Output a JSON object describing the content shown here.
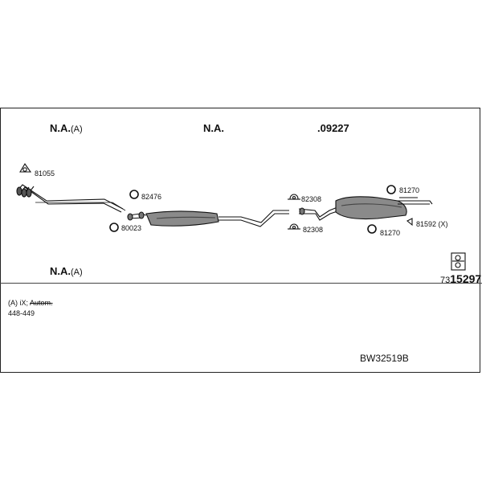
{
  "header": {
    "col1": "N.A.",
    "col1_suffix": "(A)",
    "col2": "N.A.",
    "col3": ".09227"
  },
  "footer_label": {
    "main": "N.A.",
    "suffix": "(A)"
  },
  "parts": {
    "p81055": "81055",
    "p82476": "82476",
    "p80023": "80023",
    "p82308a": "82308",
    "p82308b": "82308",
    "p81270a": "81270",
    "p81270b": "81270",
    "p81592": "81592 (X)"
  },
  "reference": {
    "prefix": "73",
    "number": "15297"
  },
  "notes": {
    "line1_prefix": "(A) iX;",
    "line1_struck": "Autom.",
    "line2": "448-449"
  },
  "code": "BW32519B"
}
